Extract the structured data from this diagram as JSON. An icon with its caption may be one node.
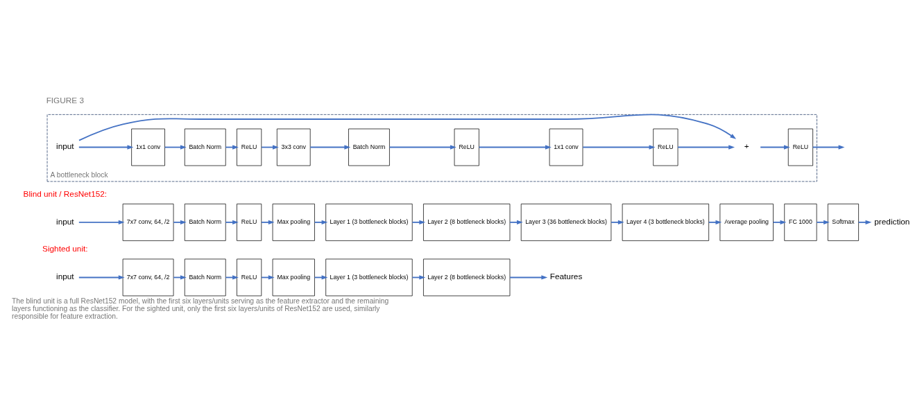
{
  "diagram": {
    "caption": "The blind unit is a full ResNet152 model, with the first six layers/units serving as the feature extractor and the remaining layers functioning as the classifier. For the sighted unit, only the first six layers/units of ResNet152 are used, similarly responsible for feature extraction.",
    "nodes": [
      {
        "text": [
          "input"
        ]
      },
      {
        "text": [
          "7x7 conv, 64, /2"
        ]
      },
      {
        "text": [
          "Batch Norm"
        ]
      },
      {
        "text": [
          "ReLU"
        ]
      },
      {
        "text": [
          "Max pooling"
        ]
      },
      {
        "text": [
          "Layer 1 (3 bottleneck blocks)"
        ]
      },
      {
        "text": [
          "Layer 2 (8 bottleneck blocks)"
        ]
      },
      {
        "text": [
          "Layer 3 (36 bottleneck blocks)"
        ]
      },
      {
        "text": [
          "Layer 4 (3 bottleneck blocks)"
        ]
      },
      {
        "text": [
          "Average pooling"
        ]
      },
      {
        "text": [
          "FC 1000"
        ]
      },
      {
        "text": [
          "Softmax"
        ]
      },
      {
        "text": [
          "prediction"
        ]
      },
      {
        "text": [
          "input"
        ]
      },
      {
        "text": [
          "7x7 conv, 64, /2"
        ]
      },
      {
        "text": [
          "Batch Norm"
        ]
      },
      {
        "text": [
          "ReLU"
        ]
      },
      {
        "text": [
          "Max pooling"
        ]
      },
      {
        "text": [
          "Layer 1 (3 bottleneck blocks)"
        ]
      },
      {
        "text": [
          "Layer 2 (8 bottleneck blocks)"
        ]
      },
      {
        "text": [
          "Features"
        ]
      },
      {
        "text": [
          "A bottleneck block"
        ]
      },
      {
        "text": [
          "input"
        ],
        "in": 21
      },
      {
        "text": [
          "1x1 conv"
        ],
        "in": 21
      },
      {
        "text": [
          "Batch Norm"
        ],
        "in": 21
      },
      {
        "text": [
          "ReLU"
        ],
        "in": 21
      },
      {
        "text": [
          "3x3 conv"
        ],
        "in": 21
      },
      {
        "text": [
          "Batch Norm"
        ],
        "in": 21
      },
      {
        "text": [
          "ReLU"
        ],
        "in": 21
      },
      {
        "text": [
          "1x1 conv"
        ],
        "in": 21
      },
      {
        "text": [
          "ReLU"
        ],
        "in": 21
      },
      {
        "text": [
          "+"
        ],
        "in": 21
      },
      {
        "text": [
          "ReLU"
        ],
        "in": 21
      }
    ],
    "edges": [
      {
        "from": 0,
        "to": 1,
        "arrow": "to"
      },
      {
        "from": 1,
        "to": 2,
        "arrow": "to"
      },
      {
        "from": 2,
        "to": 3,
        "arrow": "to"
      },
      {
        "from": 3,
        "to": 4,
        "arrow": "to"
      },
      {
        "from": 4,
        "to": 5,
        "arrow": "to"
      },
      {
        "from": 5,
        "to": 6,
        "arrow": "to"
      },
      {
        "from": 6,
        "to": 7,
        "arrow": "to"
      },
      {
        "from": 7,
        "to": 8,
        "arrow": "to"
      },
      {
        "from": 8,
        "to": 9,
        "arrow": "to"
      },
      {
        "from": 9,
        "to": 10,
        "arrow": "to"
      },
      {
        "from": 10,
        "to": 11,
        "arrow": "to"
      },
      {
        "from": 11,
        "to": 12,
        "arrow": "to"
      },
      {
        "from": 13,
        "to": 14,
        "arrow": "to"
      },
      {
        "from": 14,
        "to": 15,
        "arrow": "to"
      },
      {
        "from": 15,
        "to": 16,
        "arrow": "to"
      },
      {
        "from": 16,
        "to": 17,
        "arrow": "to"
      },
      {
        "from": 17,
        "to": 18,
        "arrow": "to"
      },
      {
        "from": 18,
        "to": 19,
        "arrow": "to"
      },
      {
        "from": 19,
        "to": 20,
        "arrow": "to"
      },
      {
        "from": 22,
        "to": 23,
        "arrow": "to"
      },
      {
        "from": 23,
        "to": 24,
        "arrow": "to"
      },
      {
        "from": 24,
        "to": 25,
        "arrow": "to"
      },
      {
        "from": 25,
        "to": 26,
        "arrow": "to"
      },
      {
        "from": 26,
        "to": 27,
        "arrow": "to"
      },
      {
        "from": 27,
        "to": 28,
        "arrow": "to"
      },
      {
        "from": 28,
        "to": 29,
        "arrow": "to"
      },
      {
        "from": 29,
        "to": 30,
        "arrow": "to"
      },
      {
        "from": 30,
        "to": 31,
        "arrow": "to"
      },
      {
        "from": 31,
        "to": 32,
        "arrow": "to"
      },
      {
        "from": 32,
        "to": null,
        "arrow": "to"
      },
      {
        "from": 22,
        "to": 31,
        "arrow": "to"
      }
    ],
    "labels": [
      "Blind unit / ResNet152:",
      "Sighted unit:",
      "FIGURE 3"
    ]
  }
}
